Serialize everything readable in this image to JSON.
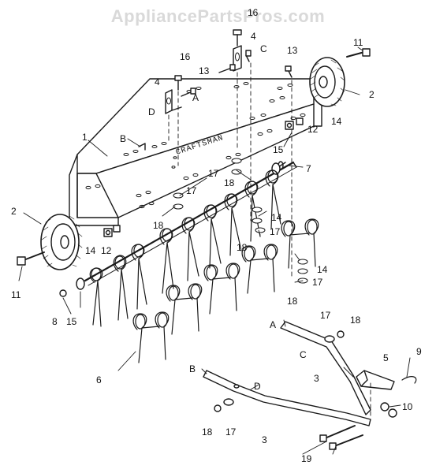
{
  "watermark": "AppliancePartsPros.com",
  "frame_brand": "CRAFTSMAN",
  "callouts": {
    "p1": "1",
    "p2a": "2",
    "p2b": "2",
    "p3a": "3",
    "p3b": "3",
    "p4a": "4",
    "p4b": "4",
    "p5": "5",
    "p6": "6",
    "p7": "7",
    "p8": "8",
    "p9": "9",
    "p10": "10",
    "p11a": "11",
    "p11b": "11",
    "p12a": "12",
    "p12b": "12",
    "p13a": "13",
    "p13b": "13",
    "p14a": "14",
    "p14b": "14",
    "p14c": "14",
    "p14d": "14",
    "p15a": "15",
    "p15b": "15",
    "p16a": "16",
    "p16b": "16",
    "p17a": "17",
    "p17b": "17",
    "p17c": "17",
    "p17d": "17",
    "p17e": "17",
    "p17f": "17",
    "p18a": "18",
    "p18b": "18",
    "p18c": "18",
    "p18d": "18",
    "p18e": "18",
    "p18f": "18",
    "p19": "19"
  },
  "letters": {
    "A1": "A",
    "A2": "A",
    "B1": "B",
    "B2": "B",
    "C1": "C",
    "C2": "C",
    "D1": "D",
    "D2": "D"
  },
  "colors": {
    "ink": "#1a1a1a",
    "paper": "#ffffff",
    "watermark": "#d9d9d9"
  }
}
